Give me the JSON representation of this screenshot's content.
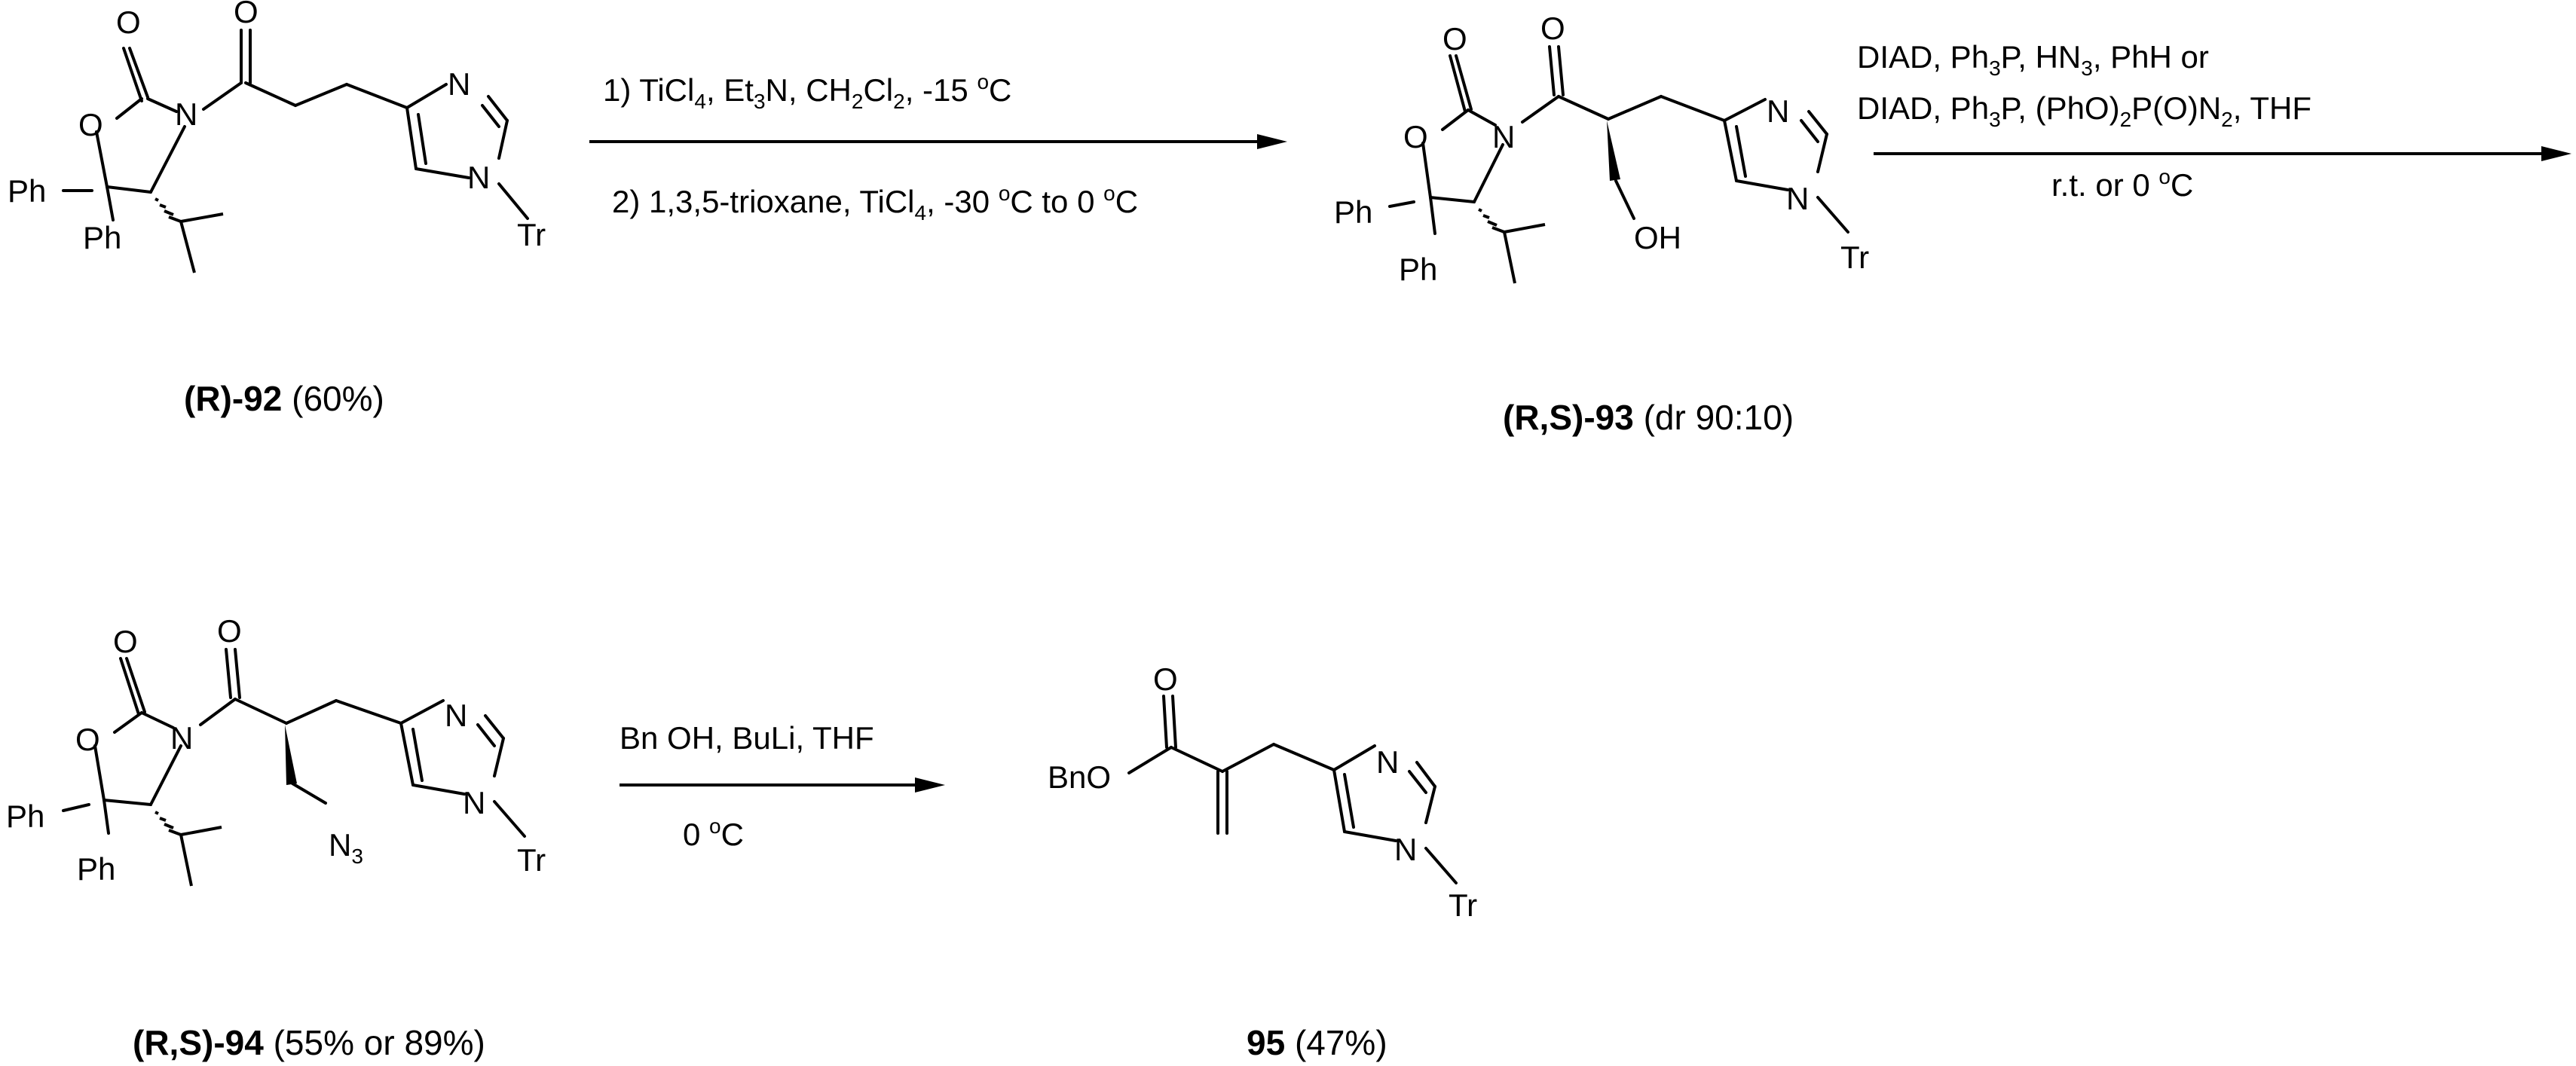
{
  "scheme": {
    "atoms": {
      "oxo": "O",
      "ring_o": "O",
      "n": "N",
      "ph": "Ph",
      "tr": "Tr",
      "oh": "OH",
      "n3": "N",
      "n3_sub": "3",
      "bno": "BnO"
    },
    "step1": {
      "line1": {
        "a": "1) TiCl",
        "a_sub": "4",
        "b": ", Et",
        "b_sub": "3",
        "c": "N, CH",
        "c_sub": "2",
        "d": "Cl",
        "d_sub": "2",
        "e": ", -15 ",
        "e_sup": "o",
        "f": "C"
      },
      "line2": {
        "a": "2) 1,3,5-trioxane, TiCl",
        "a_sub": "4",
        "b": ", -30 ",
        "b_sup": "o",
        "c": "C to 0 ",
        "c_sup": "o",
        "d": "C"
      }
    },
    "step2": {
      "line1": {
        "a": "DIAD, Ph",
        "a_sub": "3",
        "b": "P, HN",
        "b_sub": "3",
        "c": ", PhH or"
      },
      "line2": {
        "a": "DIAD, Ph",
        "a_sub": "3",
        "b": "P, (PhO)",
        "b_sub": "2",
        "c": "P(O)N",
        "c_sub": "2",
        "d": ", THF"
      },
      "line3": {
        "a": "r.t. or 0 ",
        "a_sup": "o",
        "b": "C"
      }
    },
    "step3": {
      "line1": "Bn OH, BuLi, THF",
      "line2": {
        "a": "0 ",
        "a_sup": "o",
        "b": "C"
      }
    },
    "compounds": [
      {
        "id": "(R)-92",
        "note": " (60%)"
      },
      {
        "id": "(R,S)-93",
        "note": " (dr 90:10)"
      },
      {
        "id": "(R,S)-94",
        "note": " (55% or 89%)"
      },
      {
        "id": "95",
        "note": " (47%)"
      }
    ]
  }
}
